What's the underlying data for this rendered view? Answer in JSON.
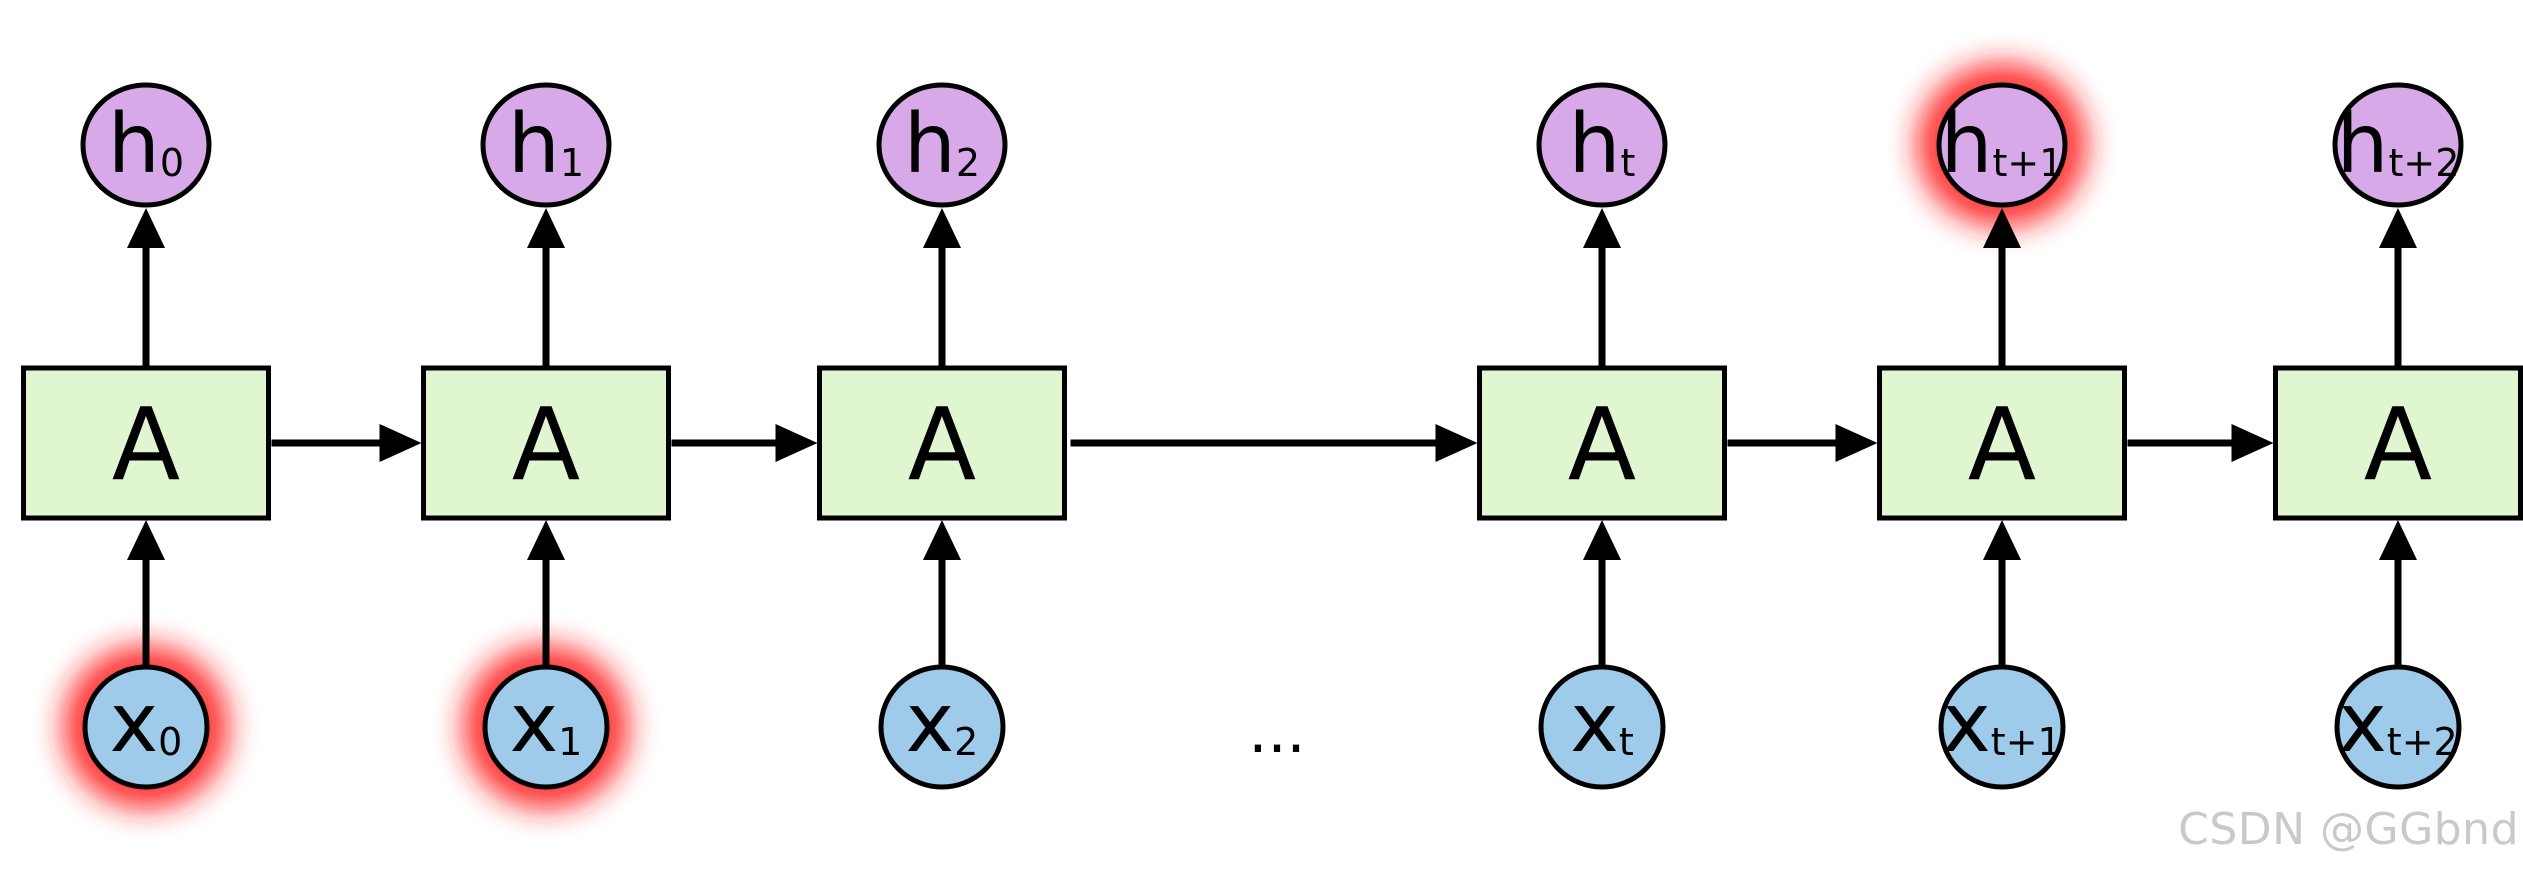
{
  "diagram": {
    "cell_label": "A",
    "ellipsis": "...",
    "outputs": [
      {
        "main": "h",
        "sub": "0",
        "highlighted": false
      },
      {
        "main": "h",
        "sub": "1",
        "highlighted": false
      },
      {
        "main": "h",
        "sub": "2",
        "highlighted": false
      },
      {
        "main": "h",
        "sub": "t",
        "highlighted": false
      },
      {
        "main": "h",
        "sub": "t+1",
        "highlighted": true
      },
      {
        "main": "h",
        "sub": "t+2",
        "highlighted": false
      }
    ],
    "inputs": [
      {
        "main": "x",
        "sub": "0",
        "highlighted": true
      },
      {
        "main": "x",
        "sub": "1",
        "highlighted": true
      },
      {
        "main": "x",
        "sub": "2",
        "highlighted": false
      },
      {
        "main": "x",
        "sub": "t",
        "highlighted": false
      },
      {
        "main": "x",
        "sub": "t+1",
        "highlighted": false
      },
      {
        "main": "x",
        "sub": "t+2",
        "highlighted": false
      }
    ],
    "colors": {
      "cell_fill": "#e0f6d1",
      "output_fill": "#d8a9e9",
      "input_fill": "#9fcbeb",
      "stroke": "#000000",
      "highlight_glow": "#ff1a1a"
    }
  },
  "watermark": "CSDN @GGbnd"
}
